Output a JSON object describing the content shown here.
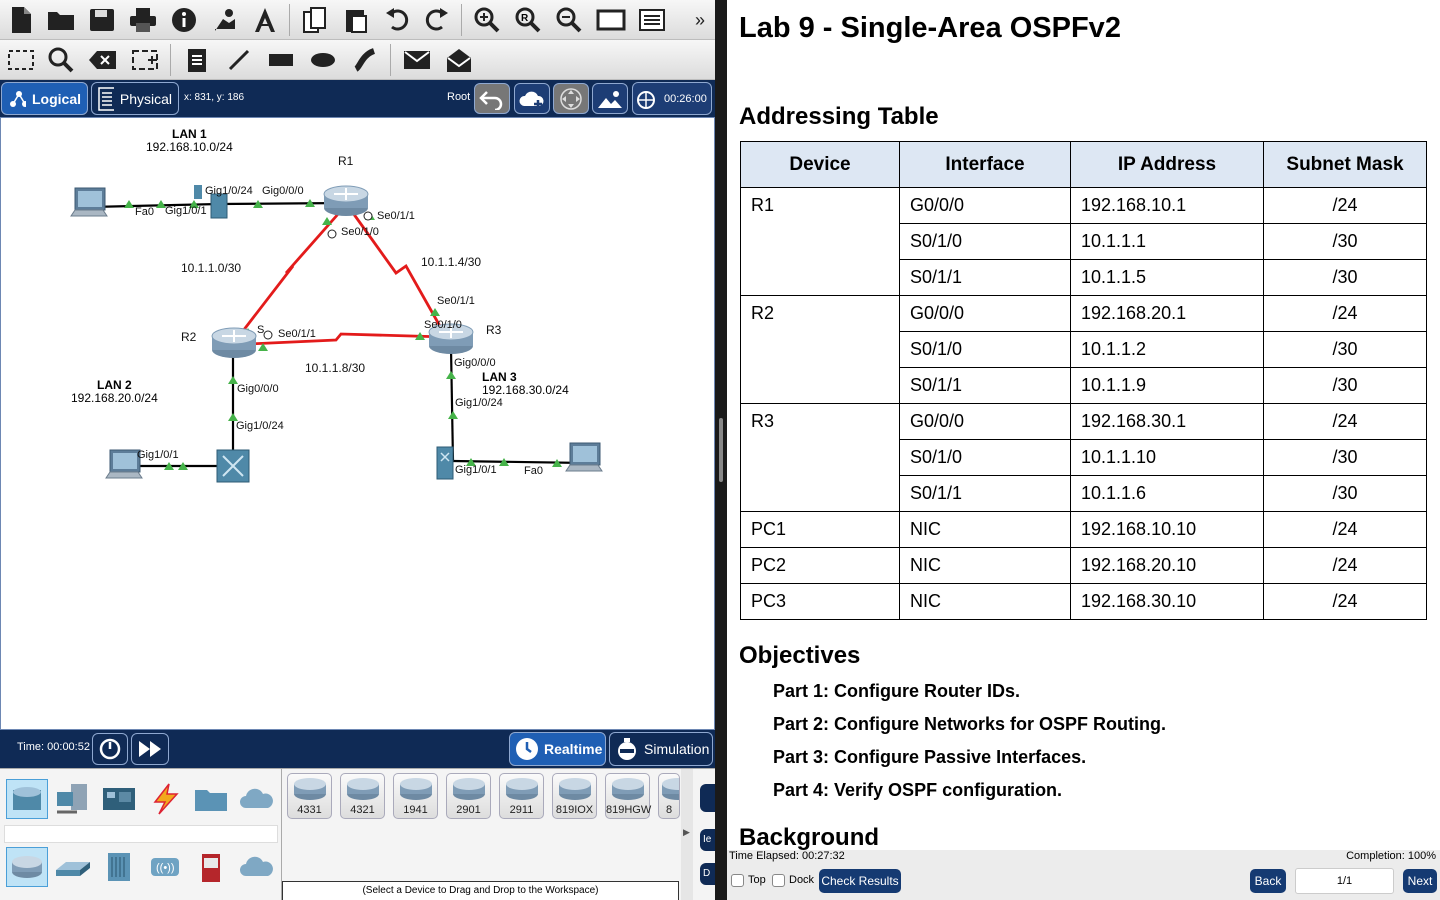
{
  "toolbar1": {
    "icons": [
      "new-file-icon",
      "open-folder-icon",
      "save-icon",
      "print-icon",
      "info-icon",
      "activity-wizard-icon",
      "network-info-icon",
      "copy-icon",
      "paste-icon",
      "undo-icon",
      "redo-icon",
      "zoom-in-icon",
      "zoom-reset-icon",
      "zoom-out-icon",
      "drawing-palette-icon",
      "custom-device-icon"
    ],
    "overflow": "»"
  },
  "toolbar2": {
    "icons": [
      "select-icon",
      "inspect-icon",
      "delete-icon",
      "resize-icon",
      "note-icon",
      "line-icon",
      "rectangle-icon",
      "ellipse-icon",
      "freeform-icon",
      "add-pdu-icon",
      "complex-pdu-icon"
    ]
  },
  "nav": {
    "logical": "Logical",
    "physical": "Physical",
    "coords": "x: 831, y: 186",
    "root": "Root",
    "clock": "00:26:00"
  },
  "topology": {
    "lan1": {
      "name": "LAN 1",
      "net": "192.168.10.0/24"
    },
    "lan2": {
      "name": "LAN 2",
      "net": "192.168.20.0/24"
    },
    "lan3": {
      "name": "LAN 3",
      "net": "192.168.30.0/24"
    },
    "routers": {
      "r1": "R1",
      "r2": "R2",
      "r3": "R3"
    },
    "links": {
      "r1r2": "10.1.1.0/30",
      "r1r3": "10.1.1.4/30",
      "r2r3": "10.1.1.8/30"
    },
    "ports": {
      "pc1_fa0": "Fa0",
      "sw1_gig101": "Gig1/0/1",
      "sw1_gig1024": "Gig1/0/24",
      "r1_gig000": "Gig0/0/0",
      "r1_se011": "Se0/1/1",
      "r1_se010": "Se0/1/0",
      "r3_se011": "Se0/1/1",
      "r3_se010": "Se0/1/0",
      "r2_s": "S",
      "r2_se011": "Se0/1/1",
      "r2_gig000": "Gig0/0/0",
      "sw2_gig1024": "Gig1/0/24",
      "sw2_gig101": "Gig1/0/1",
      "r3_gig000": "Gig0/0/0",
      "sw3_gig1024": "Gig1/0/24",
      "sw3_gig101": "Gig1/0/1",
      "pc3_fa0": "Fa0"
    }
  },
  "timebar": {
    "time": "Time: 00:00:52",
    "realtime": "Realtime",
    "simulation": "Simulation"
  },
  "palette": {
    "devices": [
      "4331",
      "4321",
      "1941",
      "2901",
      "2911",
      "819IOX",
      "819HGW",
      "8"
    ],
    "hint": "(Select a Device to Drag and Drop to the Workspace)",
    "side_labels": [
      "Ie",
      "D"
    ]
  },
  "doc": {
    "title": "Lab 9 - Single-Area OSPFv2",
    "addressing_heading": "Addressing Table",
    "headers": [
      "Device",
      "Interface",
      "IP Address",
      "Subnet Mask"
    ],
    "rows": [
      [
        "R1",
        "G0/0/0",
        "192.168.10.1",
        "/24"
      ],
      [
        "",
        "S0/1/0",
        "10.1.1.1",
        "/30"
      ],
      [
        "",
        "S0/1/1",
        "10.1.1.5",
        "/30"
      ],
      [
        "R2",
        "G0/0/0",
        "192.168.20.1",
        "/24"
      ],
      [
        "",
        "S0/1/0",
        "10.1.1.2",
        "/30"
      ],
      [
        "",
        "S0/1/1",
        "10.1.1.9",
        "/30"
      ],
      [
        "R3",
        "G0/0/0",
        "192.168.30.1",
        "/24"
      ],
      [
        "",
        "S0/1/0",
        "10.1.1.10",
        "/30"
      ],
      [
        "",
        "S0/1/1",
        "10.1.1.6",
        "/30"
      ],
      [
        "PC1",
        "NIC",
        "192.168.10.10",
        "/24"
      ],
      [
        "PC2",
        "NIC",
        "192.168.20.10",
        "/24"
      ],
      [
        "PC3",
        "NIC",
        "192.168.30.10",
        "/24"
      ]
    ],
    "objectives_heading": "Objectives",
    "objectives": [
      "Part 1: Configure Router IDs.",
      "Part 2: Configure Networks for OSPF Routing.",
      "Part 3: Configure Passive Interfaces.",
      "Part 4: Verify OSPF configuration."
    ],
    "background_heading": "Background"
  },
  "statusbar": {
    "elapsed": "Time Elapsed: 00:27:32",
    "completion": "Completion: 100%",
    "top": "Top",
    "dock": "Dock",
    "check": "Check Results",
    "back": "Back",
    "page": "1/1",
    "next": "Next"
  }
}
